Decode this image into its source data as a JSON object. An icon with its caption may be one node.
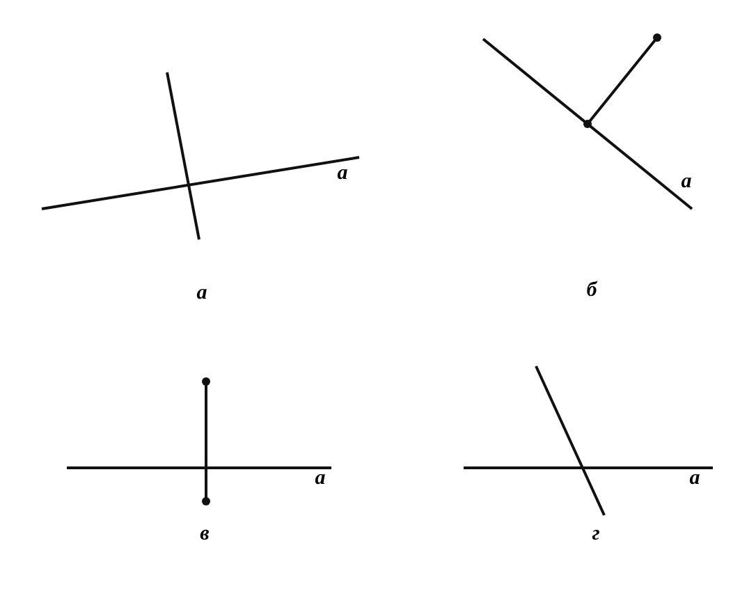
{
  "diagram": {
    "labels": [
      "a",
      "a",
      "а",
      "б",
      "a",
      "a",
      "в",
      "г"
    ]
  }
}
